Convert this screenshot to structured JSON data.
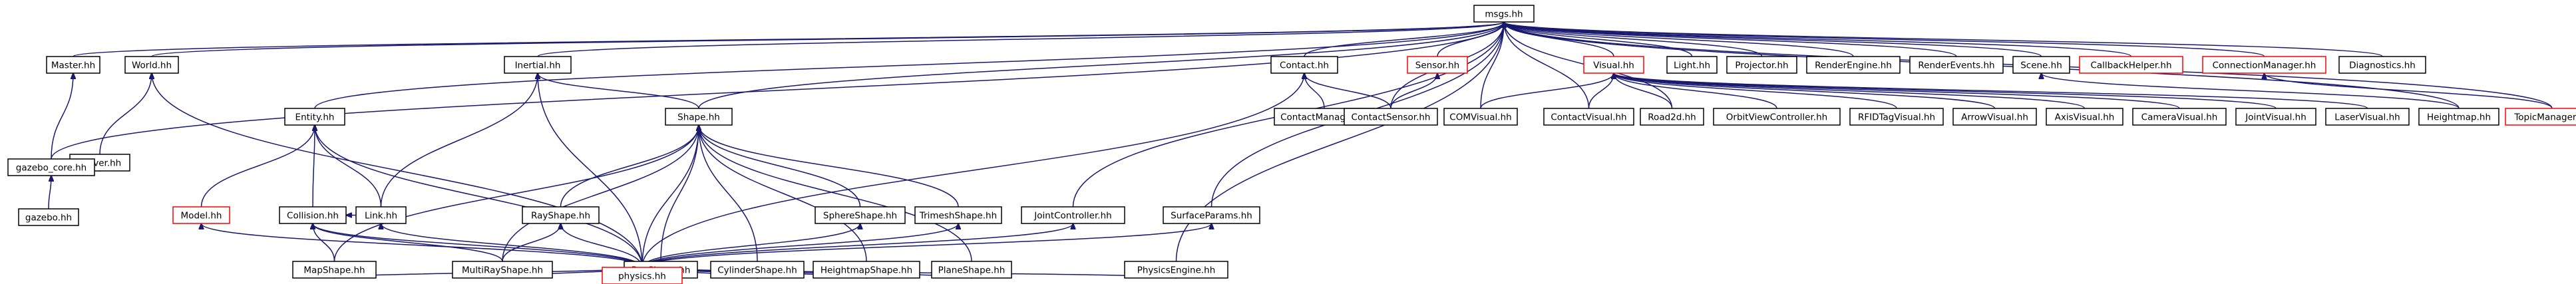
{
  "graph": {
    "colors": {
      "edge": "#191970",
      "border_normal": "#000000",
      "border_truncated": "#ff0000",
      "root_fill": "#bfbfbf",
      "node_fill": "#ffffff"
    },
    "nodes": [
      {
        "id": "msgs",
        "label": "msgs.hh",
        "style": "root"
      },
      {
        "id": "master",
        "label": "Master.hh",
        "style": "normal"
      },
      {
        "id": "world",
        "label": "World.hh",
        "style": "normal"
      },
      {
        "id": "inertial",
        "label": "Inertial.hh",
        "style": "normal"
      },
      {
        "id": "contact",
        "label": "Contact.hh",
        "style": "normal"
      },
      {
        "id": "sensor",
        "label": "Sensor.hh",
        "style": "truncated"
      },
      {
        "id": "visual",
        "label": "Visual.hh",
        "style": "truncated"
      },
      {
        "id": "light",
        "label": "Light.hh",
        "style": "normal"
      },
      {
        "id": "projector",
        "label": "Projector.hh",
        "style": "normal"
      },
      {
        "id": "renderengine",
        "label": "RenderEngine.hh",
        "style": "normal"
      },
      {
        "id": "renderevents",
        "label": "RenderEvents.hh",
        "style": "normal"
      },
      {
        "id": "scene",
        "label": "Scene.hh",
        "style": "normal"
      },
      {
        "id": "callbackhelper",
        "label": "CallbackHelper.hh",
        "style": "truncated"
      },
      {
        "id": "connectionmanager",
        "label": "ConnectionManager.hh",
        "style": "truncated"
      },
      {
        "id": "diagnostics",
        "label": "Diagnostics.hh",
        "style": "normal"
      },
      {
        "id": "entity",
        "label": "Entity.hh",
        "style": "normal"
      },
      {
        "id": "shape",
        "label": "Shape.hh",
        "style": "normal"
      },
      {
        "id": "server",
        "label": "Server.hh",
        "style": "normal"
      },
      {
        "id": "gazebocore",
        "label": "gazebo_core.hh",
        "style": "normal"
      },
      {
        "id": "gazebo",
        "label": "gazebo.hh",
        "style": "normal"
      },
      {
        "id": "model",
        "label": "Model.hh",
        "style": "truncated"
      },
      {
        "id": "collision",
        "label": "Collision.hh",
        "style": "normal"
      },
      {
        "id": "link",
        "label": "Link.hh",
        "style": "normal"
      },
      {
        "id": "rayshape",
        "label": "RayShape.hh",
        "style": "normal"
      },
      {
        "id": "sphereshape",
        "label": "SphereShape.hh",
        "style": "normal"
      },
      {
        "id": "trimeshshape",
        "label": "TrimeshShape.hh",
        "style": "normal"
      },
      {
        "id": "jointcontroller",
        "label": "JointController.hh",
        "style": "normal"
      },
      {
        "id": "surfaceparams",
        "label": "SurfaceParams.hh",
        "style": "normal"
      },
      {
        "id": "contactmanager",
        "label": "ContactManager.hh",
        "style": "normal"
      },
      {
        "id": "contactsensor",
        "label": "ContactSensor.hh",
        "style": "normal"
      },
      {
        "id": "comvisual",
        "label": "COMVisual.hh",
        "style": "normal"
      },
      {
        "id": "contactvisual",
        "label": "ContactVisual.hh",
        "style": "normal"
      },
      {
        "id": "road2d",
        "label": "Road2d.hh",
        "style": "normal"
      },
      {
        "id": "orbitview",
        "label": "OrbitViewController.hh",
        "style": "normal"
      },
      {
        "id": "rfidtag",
        "label": "RFIDTagVisual.hh",
        "style": "normal"
      },
      {
        "id": "arrowvisual",
        "label": "ArrowVisual.hh",
        "style": "normal"
      },
      {
        "id": "axisvisual",
        "label": "AxisVisual.hh",
        "style": "normal"
      },
      {
        "id": "cameravisual",
        "label": "CameraVisual.hh",
        "style": "normal"
      },
      {
        "id": "jointvisual",
        "label": "JointVisual.hh",
        "style": "normal"
      },
      {
        "id": "laservisual",
        "label": "LaserVisual.hh",
        "style": "normal"
      },
      {
        "id": "heightmap",
        "label": "Heightmap.hh",
        "style": "normal"
      },
      {
        "id": "topicmanager",
        "label": "TopicManager.hh",
        "style": "truncated"
      },
      {
        "id": "mapshape",
        "label": "MapShape.hh",
        "style": "normal"
      },
      {
        "id": "multirayshape",
        "label": "MultiRayShape.hh",
        "style": "normal"
      },
      {
        "id": "boxshape",
        "label": "BoxShape.hh",
        "style": "normal"
      },
      {
        "id": "cylindershape",
        "label": "CylinderShape.hh",
        "style": "normal"
      },
      {
        "id": "heightmapshape",
        "label": "HeightmapShape.hh",
        "style": "normal"
      },
      {
        "id": "planeshape",
        "label": "PlaneShape.hh",
        "style": "normal"
      },
      {
        "id": "physicsengine",
        "label": "PhysicsEngine.hh",
        "style": "normal"
      },
      {
        "id": "physics",
        "label": "physics.hh",
        "style": "truncated"
      }
    ],
    "edges": [
      [
        "master",
        "msgs"
      ],
      [
        "world",
        "msgs"
      ],
      [
        "inertial",
        "msgs"
      ],
      [
        "contact",
        "msgs"
      ],
      [
        "sensor",
        "msgs"
      ],
      [
        "visual",
        "msgs"
      ],
      [
        "light",
        "msgs"
      ],
      [
        "projector",
        "msgs"
      ],
      [
        "renderengine",
        "msgs"
      ],
      [
        "renderevents",
        "msgs"
      ],
      [
        "scene",
        "msgs"
      ],
      [
        "callbackhelper",
        "msgs"
      ],
      [
        "connectionmanager",
        "msgs"
      ],
      [
        "diagnostics",
        "msgs"
      ],
      [
        "entity",
        "msgs"
      ],
      [
        "shape",
        "msgs"
      ],
      [
        "gazebocore",
        "msgs"
      ],
      [
        "jointcontroller",
        "msgs"
      ],
      [
        "surfaceparams",
        "msgs"
      ],
      [
        "physicsengine",
        "msgs"
      ],
      [
        "contactsensor",
        "msgs"
      ],
      [
        "comvisual",
        "msgs"
      ],
      [
        "contactvisual",
        "msgs"
      ],
      [
        "road2d",
        "msgs"
      ],
      [
        "heightmap",
        "msgs"
      ],
      [
        "topicmanager",
        "msgs"
      ],
      [
        "gazebocore",
        "master"
      ],
      [
        "server",
        "world"
      ],
      [
        "physics",
        "world"
      ],
      [
        "gazebocore",
        "server"
      ],
      [
        "gazebo",
        "gazebocore"
      ],
      [
        "link",
        "inertial"
      ],
      [
        "physics",
        "inertial"
      ],
      [
        "shape",
        "inertial"
      ],
      [
        "model",
        "entity"
      ],
      [
        "collision",
        "entity"
      ],
      [
        "link",
        "entity"
      ],
      [
        "physics",
        "entity"
      ],
      [
        "physics",
        "model"
      ],
      [
        "link",
        "collision"
      ],
      [
        "mapshape",
        "collision"
      ],
      [
        "multirayshape",
        "collision"
      ],
      [
        "physics",
        "collision"
      ],
      [
        "physics",
        "link"
      ],
      [
        "mapshape",
        "shape"
      ],
      [
        "rayshape",
        "shape"
      ],
      [
        "sphereshape",
        "shape"
      ],
      [
        "trimeshshape",
        "shape"
      ],
      [
        "boxshape",
        "shape"
      ],
      [
        "cylindershape",
        "shape"
      ],
      [
        "heightmapshape",
        "shape"
      ],
      [
        "planeshape",
        "shape"
      ],
      [
        "multirayshape",
        "shape"
      ],
      [
        "physics",
        "shape"
      ],
      [
        "multirayshape",
        "rayshape"
      ],
      [
        "physics",
        "rayshape"
      ],
      [
        "physics",
        "sphereshape"
      ],
      [
        "physics",
        "trimeshshape"
      ],
      [
        "physics",
        "mapshape"
      ],
      [
        "physics",
        "multirayshape"
      ],
      [
        "physics",
        "boxshape"
      ],
      [
        "physics",
        "cylindershape"
      ],
      [
        "physics",
        "heightmapshape"
      ],
      [
        "physics",
        "planeshape"
      ],
      [
        "physics",
        "jointcontroller"
      ],
      [
        "physics",
        "surfaceparams"
      ],
      [
        "physics",
        "physicsengine"
      ],
      [
        "physics",
        "contact"
      ],
      [
        "contactmanager",
        "contact"
      ],
      [
        "contactsensor",
        "contact"
      ],
      [
        "contactsensor",
        "sensor"
      ],
      [
        "comvisual",
        "visual"
      ],
      [
        "contactvisual",
        "visual"
      ],
      [
        "road2d",
        "visual"
      ],
      [
        "orbitview",
        "visual"
      ],
      [
        "rfidtag",
        "visual"
      ],
      [
        "arrowvisual",
        "visual"
      ],
      [
        "axisvisual",
        "visual"
      ],
      [
        "cameravisual",
        "visual"
      ],
      [
        "jointvisual",
        "visual"
      ],
      [
        "laservisual",
        "visual"
      ],
      [
        "heightmap",
        "scene"
      ],
      [
        "topicmanager",
        "connectionmanager"
      ]
    ]
  }
}
